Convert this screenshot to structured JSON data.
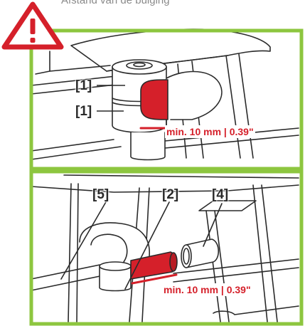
{
  "caption": "Afstand van de buiging",
  "warning_icon": "warning-triangle-icon",
  "colors": {
    "frame_green": "#8dc63f",
    "accent_red": "#d5202a",
    "warning_red": "#d5202a",
    "line_dark": "#2a2a2a",
    "caption_gray": "#8a8a8a"
  },
  "panel_top": {
    "labels": [
      "[1]",
      "[1]"
    ],
    "measurement": "min. 10 mm | 0.39\""
  },
  "panel_bottom": {
    "labels": [
      "[5]",
      "[2]",
      "[4]"
    ],
    "measurement": "min. 10 mm | 0.39\""
  }
}
